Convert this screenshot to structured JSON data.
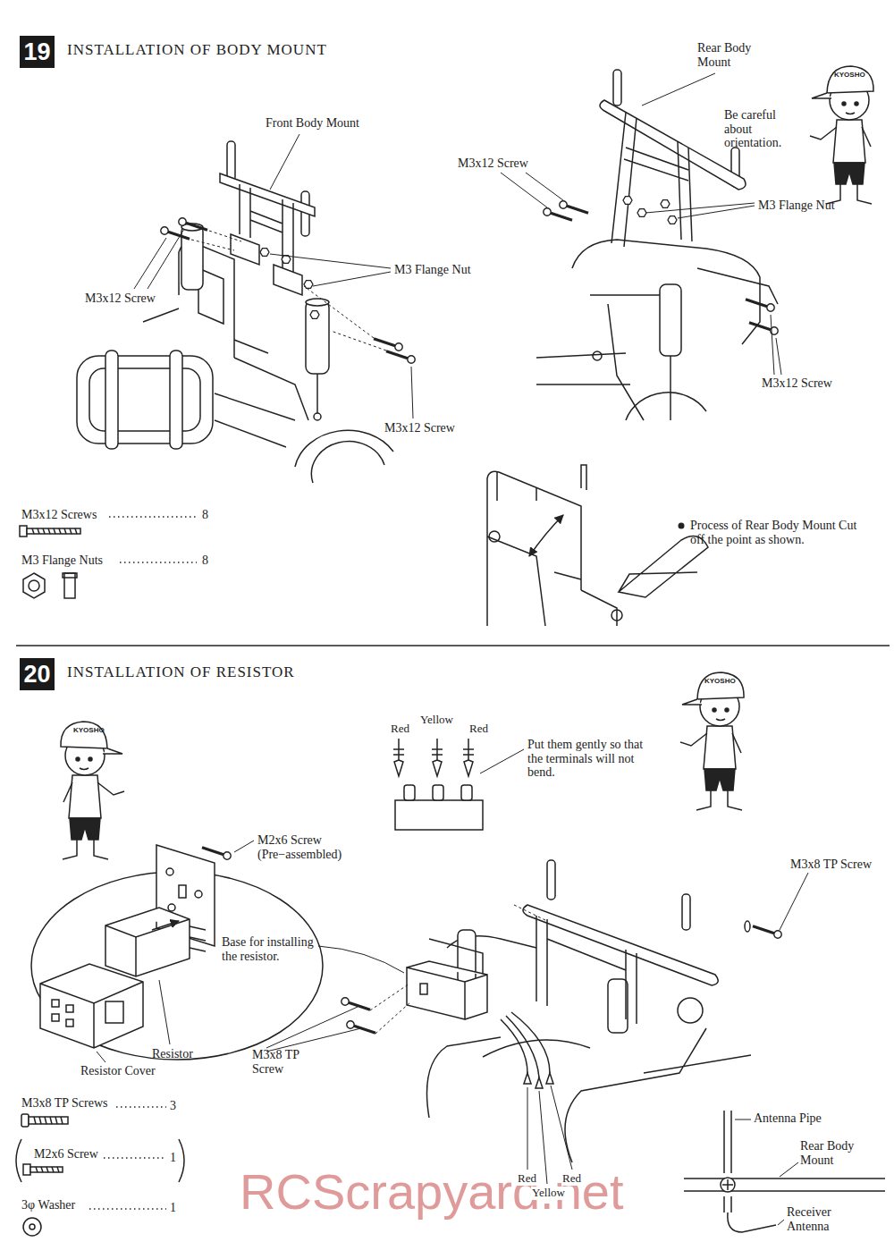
{
  "diagram": {
    "nodes": [
      {
        "text": [
          "19",
          "INSTALLATION OF BODY MOUNT"
        ]
      },
      {
        "text": [
          "20",
          "INSTALLATION OF RESISTOR"
        ]
      }
    ],
    "labels": [
      "Front Body Mount",
      "M3x12 Screw",
      "M3 Flange Nut",
      "M3x12 Screw",
      "Rear Body Mount",
      "Be careful about orientation.",
      "M3x12 Screw",
      "M3 Flange Nut",
      "M3x12 Screw",
      "Process of Rear Body Mount Cut off the point as shown.",
      "M3x12 Screws",
      "8",
      "M3 Flange Nuts",
      "8",
      "KYOSHO",
      "Red",
      "Yellow",
      "Red",
      "Put them gently so that the terminals will not bend.",
      "KYOSHO",
      "KYOSHO",
      "M2x6 Screw (Pre−assembled)",
      "Base for installing the resistor.",
      "Resistor",
      "Resistor Cover",
      "M3x8 TP Screw",
      "M3x8 TP Screw",
      "M3x8 TP Screws",
      "3",
      "M2x6 Screw",
      "1",
      "3φ Washer",
      "1",
      "Red",
      "Red",
      "Yellow",
      "Antenna Pipe",
      "Rear Body Mount",
      "Receiver Antenna",
      "RCScrapyard.net"
    ]
  }
}
